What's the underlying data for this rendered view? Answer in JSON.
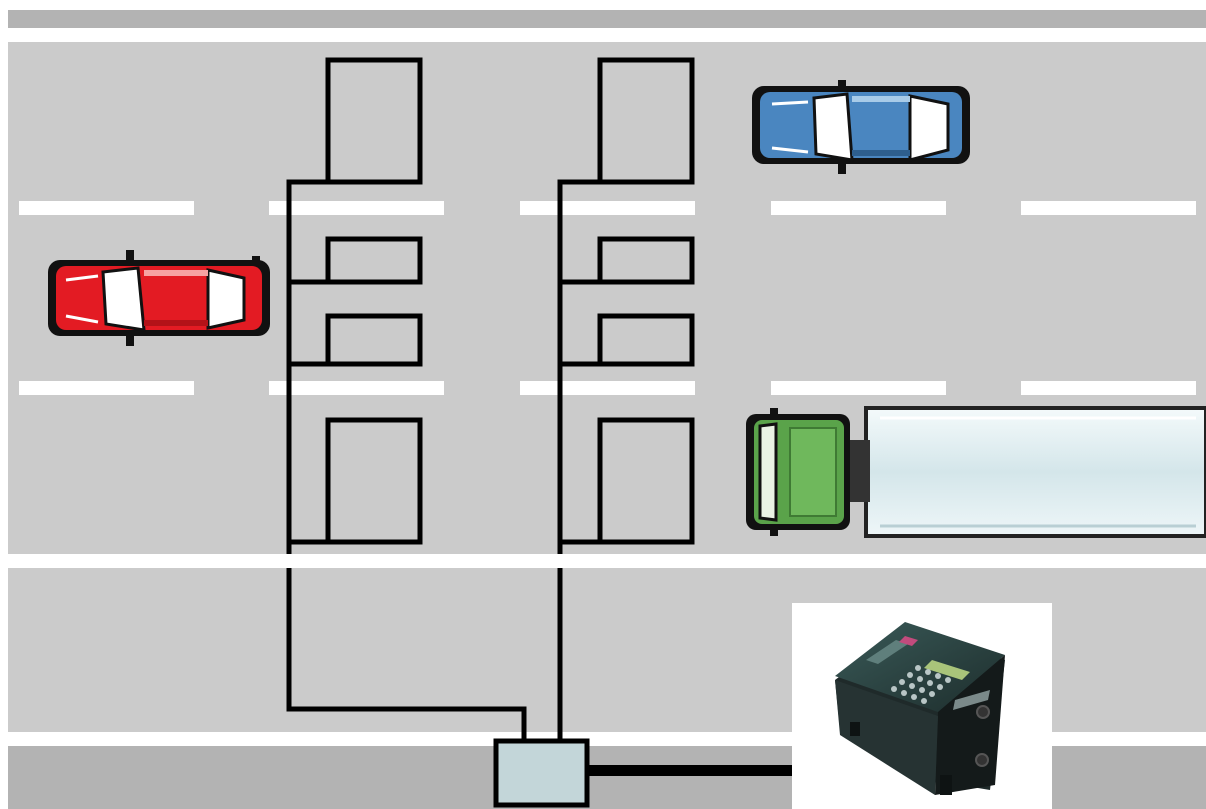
{
  "diagram": {
    "lanes": 3,
    "road_color": "#cbcbcb",
    "curb_color": "#b3b3b3",
    "marking_color": "#ffffff",
    "wire_color": "#000000",
    "vehicles": [
      {
        "kind": "car",
        "color": "#e31b23",
        "direction": "right"
      },
      {
        "kind": "car",
        "color": "#4a86c0",
        "direction": "right"
      },
      {
        "kind": "truck",
        "cab_color": "#5aa34a",
        "trailer_color": "#dfeef2",
        "direction": "left"
      }
    ],
    "junction_box_color": "#c3d6d9",
    "logger_icon": "traffic-data-logger-device-icon",
    "arrow": "right-arrow"
  }
}
